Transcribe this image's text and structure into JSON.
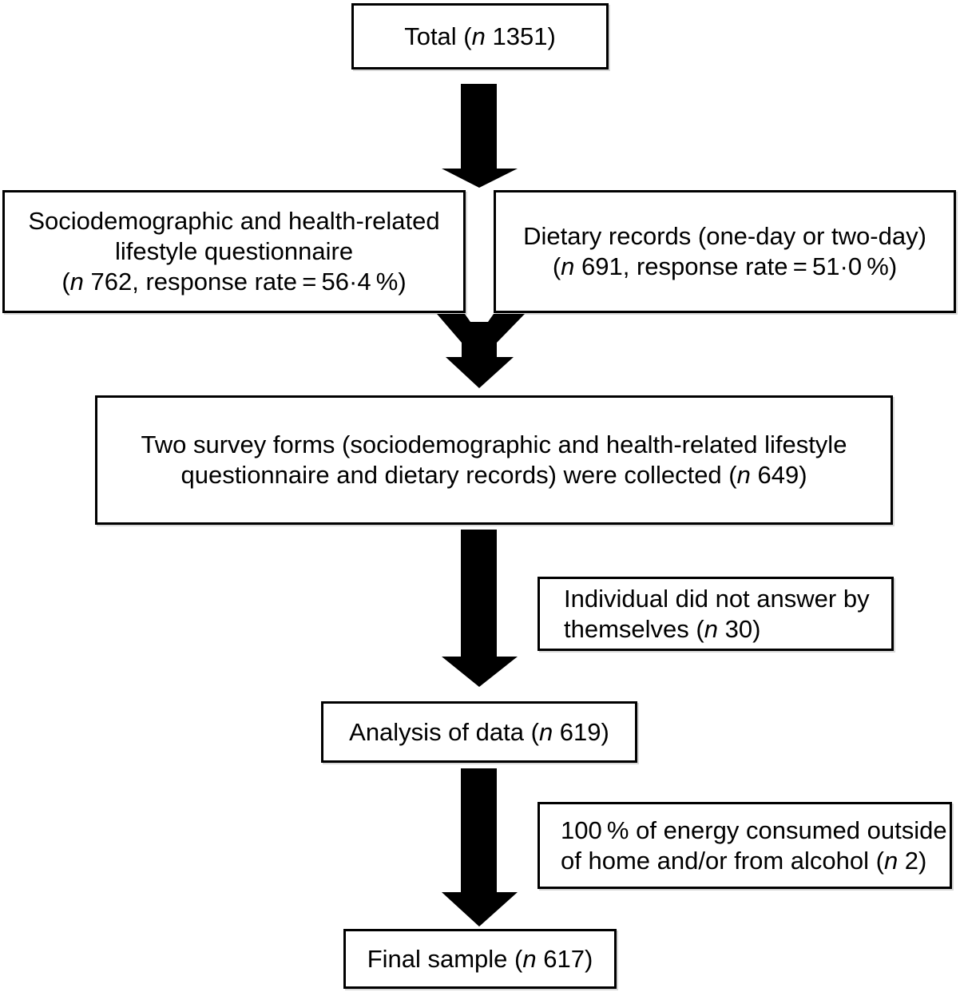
{
  "colors": {
    "background": "#ffffff",
    "box_border": "#000000",
    "box_fill": "#ffffff",
    "arrow": "#000000",
    "text": "#000000"
  },
  "boxes": [
    {
      "id": "total",
      "align": "center",
      "lines": [
        "Total (*n* 1351)"
      ]
    },
    {
      "id": "questionnaire",
      "align": "center",
      "lines": [
        "Sociodemographic and health-related",
        "lifestyle questionnaire",
        "(*n* 762, response rate = 56·4 %)"
      ]
    },
    {
      "id": "dietary-records",
      "align": "center",
      "lines": [
        "Dietary records (one-day or two-day)",
        "(*n* 691, response rate = 51·0 %)"
      ]
    },
    {
      "id": "collected",
      "align": "center",
      "lines": [
        "Two survey forms (sociodemographic and health-related lifestyle",
        "questionnaire and dietary records) were collected (*n* 649)"
      ]
    },
    {
      "id": "not-self-answered",
      "align": "left",
      "lines": [
        "Individual did not answer by",
        "themselves (*n* 30)"
      ]
    },
    {
      "id": "analysis",
      "align": "center",
      "lines": [
        "Analysis of data (*n* 619)"
      ]
    },
    {
      "id": "energy-exclusion",
      "align": "left",
      "lines": [
        "100 % of energy consumed outside",
        "of home and/or from alcohol (*n* 2)"
      ]
    },
    {
      "id": "final-sample",
      "align": "center",
      "lines": [
        "Final sample (*n* 617)"
      ]
    }
  ],
  "arrows": [
    {
      "id": "arrow-total-to-surveys",
      "from": "total",
      "to": "questionnaire / dietary-records"
    },
    {
      "id": "arrow-merge-to-collected",
      "from": "questionnaire / dietary-records",
      "to": "collected"
    },
    {
      "id": "arrow-collected-to-analysis",
      "from": "collected",
      "to": "analysis"
    },
    {
      "id": "arrow-analysis-to-final",
      "from": "analysis",
      "to": "final-sample"
    }
  ]
}
